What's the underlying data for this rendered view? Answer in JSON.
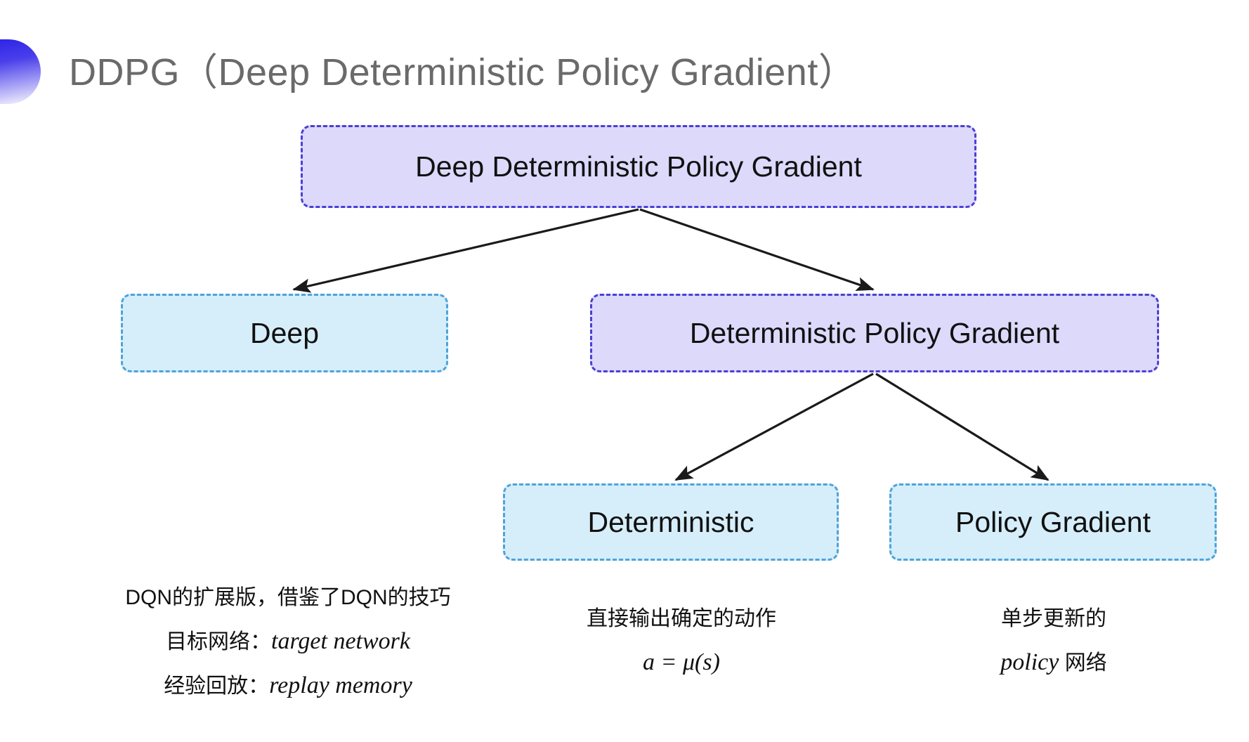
{
  "slide": {
    "title": "DDPG（Deep Deterministic Policy Gradient）",
    "background_color": "#ffffff",
    "title_color": "#6a6a6a",
    "accent_color": "#2b22e8"
  },
  "colors": {
    "purple_fill": "#dcd9fb",
    "purple_border": "#4b3fd4",
    "blue_fill": "#d6eefa",
    "blue_border": "#4ea3da",
    "arrow": "#1a1a1a"
  },
  "diagram": {
    "nodes": [
      {
        "id": "root",
        "label": "Deep Deterministic Policy Gradient",
        "style": "purple"
      },
      {
        "id": "deep",
        "label": "Deep",
        "style": "blue"
      },
      {
        "id": "dpg",
        "label": "Deterministic Policy Gradient",
        "style": "purple"
      },
      {
        "id": "det",
        "label": "Deterministic",
        "style": "blue"
      },
      {
        "id": "pg",
        "label": "Policy Gradient",
        "style": "blue"
      }
    ],
    "edges": [
      {
        "from": "root",
        "to": "deep"
      },
      {
        "from": "root",
        "to": "dpg"
      },
      {
        "from": "dpg",
        "to": "det"
      },
      {
        "from": "dpg",
        "to": "pg"
      }
    ]
  },
  "captions": {
    "left": {
      "line1": "DQN的扩展版，借鉴了DQN的技巧",
      "line2_label": "目标网络：",
      "line2_term": "target network",
      "line3_label": "经验回放：",
      "line3_term": "replay memory"
    },
    "middle": {
      "line1": "直接输出确定的动作",
      "formula": "a = μ(s)"
    },
    "right": {
      "line1": "单步更新的",
      "line2_term": "policy",
      "line2_suffix": " 网络"
    }
  }
}
